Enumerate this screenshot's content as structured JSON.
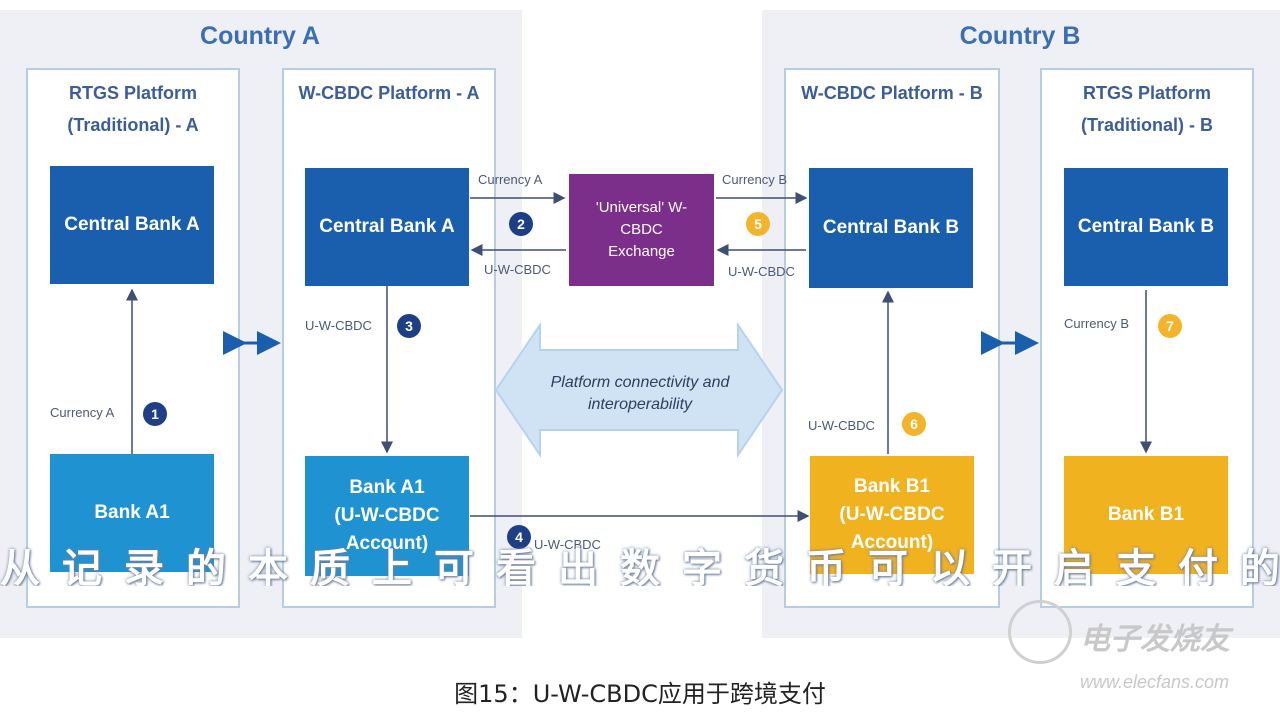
{
  "country_a": {
    "title": "Country A"
  },
  "country_b": {
    "title": "Country B"
  },
  "rtgs_a": {
    "title_line1": "RTGS Platform",
    "title_line2": "(Traditional) - A",
    "central_bank": "Central Bank A",
    "bank": "Bank A1"
  },
  "wcbdc_a": {
    "title": "W-CBDC Platform - A",
    "central_bank": "Central Bank A",
    "bank_line1": "Bank A1",
    "bank_line2": "(U-W-CBDC",
    "bank_line3": "Account)"
  },
  "wcbdc_b": {
    "title": "W-CBDC Platform - B",
    "central_bank": "Central Bank B",
    "bank_line1": "Bank B1",
    "bank_line2": "(U-W-CBDC",
    "bank_line3": "Account)"
  },
  "rtgs_b": {
    "title_line1": "RTGS Platform",
    "title_line2": "(Traditional) - B",
    "central_bank": "Central Bank B",
    "bank": "Bank B1"
  },
  "exchange": {
    "line1": "'Universal' W-",
    "line2": "CBDC",
    "line3": "Exchange"
  },
  "center": {
    "line1": "Platform connectivity and",
    "line2": "interoperability"
  },
  "labels": {
    "currency_a_left": "Currency A",
    "currency_a_top": "Currency A",
    "uwcbdc_exchange_a": "U-W-CBDC",
    "uwcbdc_step3": "U-W-CBDC",
    "currency_b_top": "Currency B",
    "uwcbdc_exchange_b": "U-W-CBDC",
    "uwcbdc_step5": "U-W-CBDC",
    "currency_b_right": "Currency B",
    "uwcbdc_bottom": "U-W-CBDC"
  },
  "steps": {
    "s1": "1",
    "s2": "2",
    "s3": "3",
    "s4": "4",
    "s5": "5",
    "s6": "6",
    "s7": "7"
  },
  "banner": "从记录的本质上可看出数字货币可以开启支付的钱包新时代",
  "caption": "图15：U-W-CBDC应用于跨境支付",
  "watermark": {
    "name": "电子发烧友",
    "url": "www.elecfans.com"
  },
  "colors": {
    "dark_blue": "#1a5fae",
    "light_blue": "#1f93d2",
    "yellow": "#f1b220",
    "purple": "#7c2f8a",
    "step_blue": "#1e3f86",
    "step_gold": "#f3b42c"
  }
}
